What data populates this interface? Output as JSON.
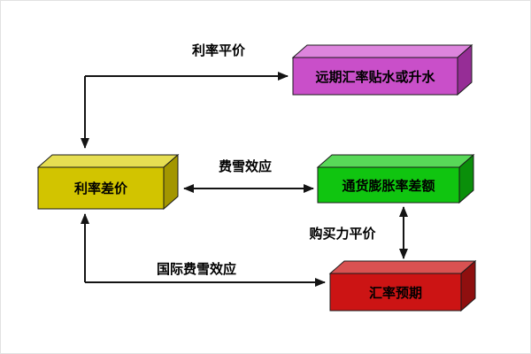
{
  "nodes": {
    "interest_differential": {
      "label": "利率差价",
      "front": "#d2c400",
      "top": "#e6de52",
      "side": "#a39600"
    },
    "forward_rate": {
      "label": "远期汇率贴水或升水",
      "front": "#c94fc9",
      "top": "#dd85dd",
      "side": "#962d96"
    },
    "inflation_differential": {
      "label": "通货膨胀率差额",
      "front": "#10c510",
      "top": "#58d858",
      "side": "#0a8f0a"
    },
    "exchange_expectation": {
      "label": "汇率预期",
      "front": "#cc1414",
      "top": "#d95252",
      "side": "#8f0f0f"
    }
  },
  "edges": {
    "interest_rate_parity": {
      "label": "利率平价"
    },
    "fisher_effect": {
      "label": "费雪效应"
    },
    "purchasing_power_parity": {
      "label": "购买力平价"
    },
    "international_fisher_effect": {
      "label": "国际费雪效应"
    }
  }
}
